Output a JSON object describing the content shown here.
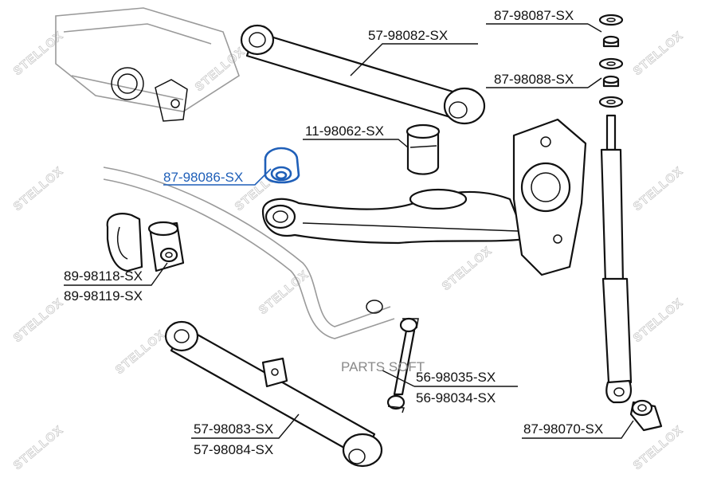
{
  "watermark": {
    "brand": "STELLOX",
    "center_text": "PARTS SOFT"
  },
  "colors": {
    "highlight": "#1f5fb8",
    "line": "#111111",
    "watermark": "#c8c8c8"
  },
  "callouts": {
    "c1": "57-98082-SX",
    "c2": "87-98087-SX",
    "c3": "87-98088-SX",
    "c4": "11-98062-SX",
    "c5": "87-98086-SX",
    "c6": "89-98118-SX",
    "c7": "89-98119-SX",
    "c8": "56-98035-SX",
    "c9": "56-98034-SX",
    "c10": "57-98083-SX",
    "c11": "57-98084-SX",
    "c12": "87-98070-SX"
  }
}
